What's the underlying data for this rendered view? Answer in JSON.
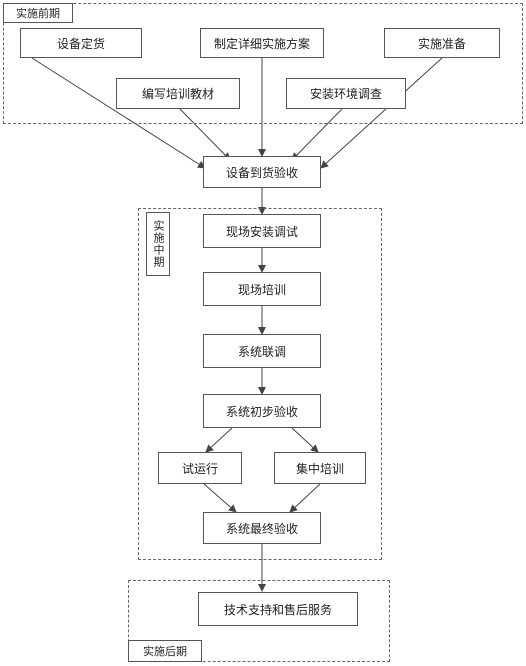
{
  "phases": {
    "pre": "实施前期",
    "mid": "实施中期",
    "post": "实施后期"
  },
  "steps": {
    "equipment_order": "设备定货",
    "detailed_plan": "制定详细实施方案",
    "implementation_prep": "实施准备",
    "training_materials": "编写培训教材",
    "env_survey": "安装环境调查",
    "arrival_acceptance": "设备到货验收",
    "onsite_install": "现场安装调试",
    "onsite_training": "现场培训",
    "system_integration": "系统联调",
    "initial_acceptance": "系统初步验收",
    "trial_run": "试运行",
    "central_training": "集中培训",
    "final_acceptance": "系统最终验收",
    "support_service": "技术支持和售后服务"
  },
  "colors": {
    "line": "#444444",
    "border": "#555555",
    "region": "#666666"
  }
}
